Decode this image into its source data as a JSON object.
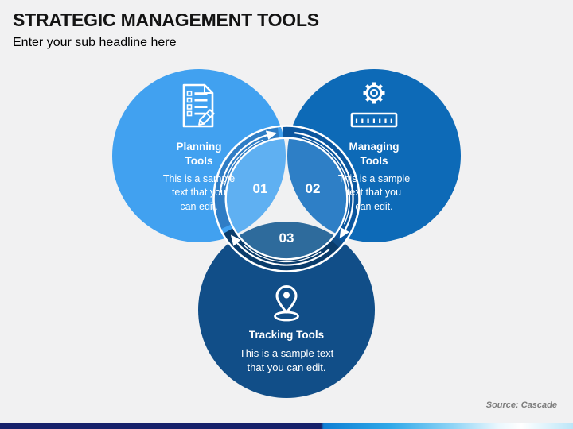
{
  "slide": {
    "title": "STRATEGIC MANAGEMENT TOOLS",
    "subtitle": "Enter your sub headline here",
    "source_credit": "Source: Cascade"
  },
  "venn": {
    "planning": {
      "title": "Planning Tools",
      "body_lines": [
        "This is a sample",
        "text that you",
        "can edit."
      ],
      "icon": "document-checklist-pencil-icon"
    },
    "managing": {
      "title": "Managing Tools",
      "body_lines": [
        "This is a sample",
        "text that you",
        "can edit."
      ],
      "icon": "gear-ruler-icon"
    },
    "tracking": {
      "title": "Tracking Tools",
      "body_lines": [
        "This is a sample text",
        "that you can edit."
      ],
      "icon": "location-pin-icon"
    },
    "steps": [
      {
        "label": "01"
      },
      {
        "label": "02"
      },
      {
        "label": "03"
      }
    ]
  },
  "colors": {
    "planning_circle": "#41A1F0",
    "managing_circle": "#0D6AB7",
    "tracking_circle": "#114E88",
    "planning_petal": "#5FB0F2",
    "managing_petal": "#2E7FC6",
    "tracking_petal": "#2E6B9C",
    "ring_segment_planning": "#2F7DC5",
    "ring_segment_managing": "#0B569E",
    "ring_segment_tracking": "#0A3C6B",
    "ring_center": "#F0F1F2",
    "footer_navy": "#16216B",
    "footer_blue": "#1386D6",
    "text_on_circles": "#FFFFFF"
  }
}
